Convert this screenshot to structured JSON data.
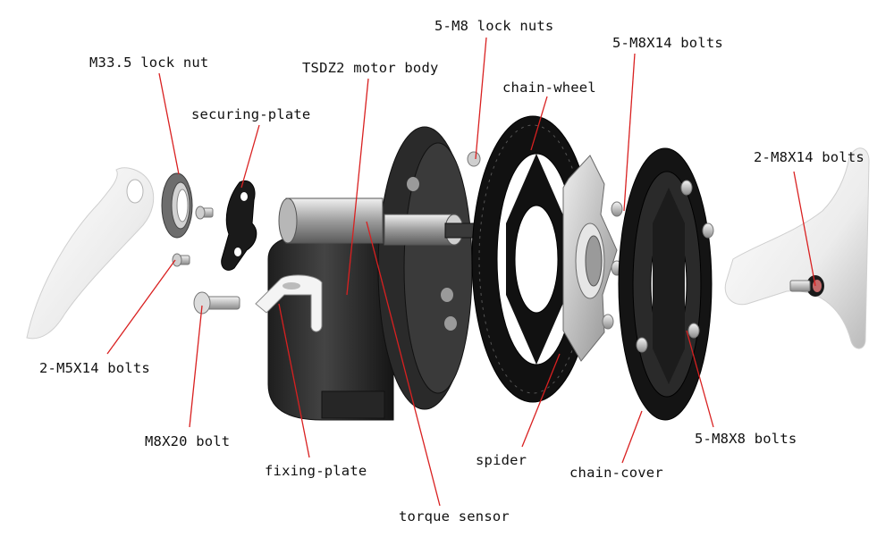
{
  "labels": {
    "lock_nut": "M33.5 lock nut",
    "securing_plate": "securing-plate",
    "motor_body": "TSDZ2 motor body",
    "m8_lock_nuts": "5-M8 lock nuts",
    "chain_wheel": "chain-wheel",
    "m8x14_bolts_5": "5-M8X14 bolts",
    "m8x14_bolts_2": "2-M8X14 bolts",
    "m5x14_bolts": "2-M5X14 bolts",
    "m8x20_bolt": "M8X20 bolt",
    "fixing_plate": "fixing-plate",
    "spider": "spider",
    "chain_cover": "chain-cover",
    "m8x8_bolts": "5-M8X8 bolts",
    "torque_sensor": "torque sensor"
  },
  "colors": {
    "leader_line": "#d92020",
    "label_text": "#111111",
    "motor_dark": "#2b2b2b",
    "crank_white": "#f2f2f2",
    "spider_grey": "#c8c8c8"
  }
}
